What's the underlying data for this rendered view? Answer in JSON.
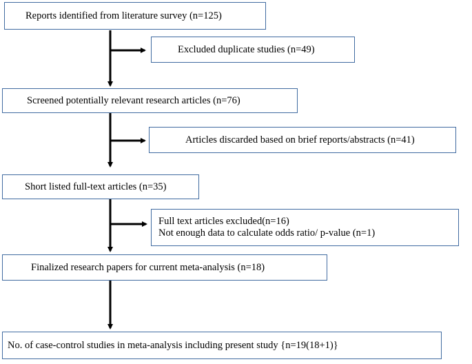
{
  "flowchart": {
    "step1": "Reports identified from literature survey (n=125)",
    "exclusion1": "Excluded duplicate studies (n=49)",
    "step2": "Screened potentially relevant research articles (n=76)",
    "exclusion2": "Articles discarded based on brief reports/abstracts (n=41)",
    "step3": "Short listed full-text articles (n=35)",
    "exclusion3": [
      "Full text articles excluded(n=16)",
      "Not enough data to calculate odds ratio/ p-value (n=1)"
    ],
    "step4": "Finalized research papers for current meta-analysis (n=18)",
    "step5": "No. of case-control studies in meta-analysis including present study {n=19(18+1)}"
  },
  "colors": {
    "box_border": "#3f6aa0",
    "arrow": "#000000"
  }
}
